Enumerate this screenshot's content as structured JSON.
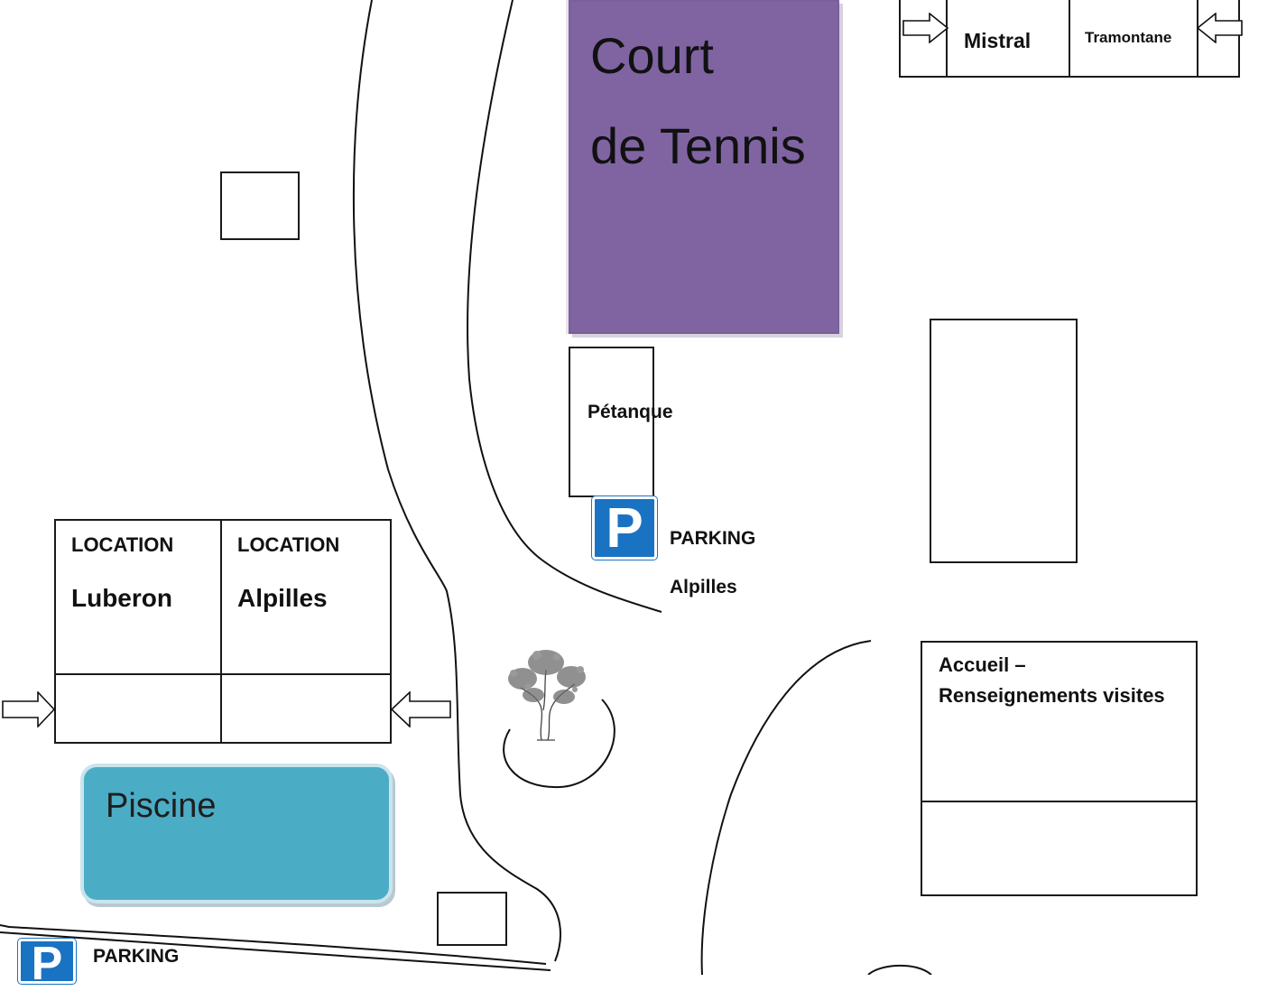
{
  "tennis": {
    "line1": "Court",
    "line2": "de Tennis"
  },
  "cabins_top": {
    "left_name": "Mistral",
    "right_name": "Tramontane"
  },
  "petanque": {
    "label": "Pétanque"
  },
  "parking_alpilles": {
    "sign": "P",
    "line1": "PARKING",
    "line2": "Alpilles"
  },
  "location_luberon": {
    "header": "LOCATION",
    "name": "Luberon"
  },
  "location_alpilles": {
    "header": "LOCATION",
    "name": "Alpilles"
  },
  "piscine": {
    "label": "Piscine"
  },
  "accueil": {
    "line1": "Accueil –",
    "line2": "Renseignements visites"
  },
  "parking_bottom": {
    "sign": "P",
    "label": "PARKING"
  },
  "colors": {
    "tennis": "#8064a2",
    "pool": "#4bacc6",
    "parking_sign": "#1a73c2"
  },
  "icons": {
    "tree": "olive-tree-icon",
    "arrow": "arrow-right-icon",
    "parking": "parking-sign-icon"
  }
}
